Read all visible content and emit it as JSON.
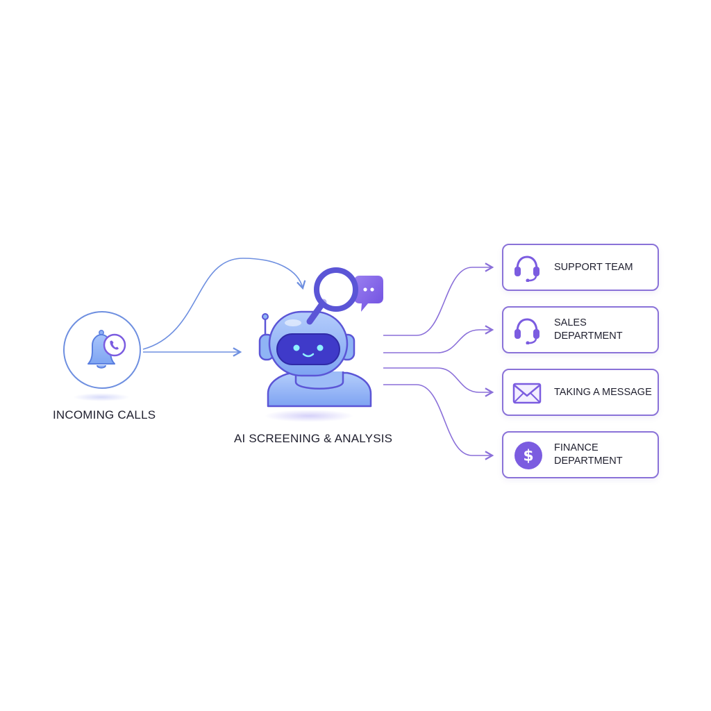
{
  "diagram": {
    "source": {
      "label": "INCOMING CALLS",
      "icon": "bell-phone-icon"
    },
    "processor": {
      "label": "AI SCREENING & ANALYSIS",
      "icon": "robot-magnifier-chat-icon"
    },
    "destinations": [
      {
        "label": "SUPPORT TEAM",
        "icon": "headset-icon"
      },
      {
        "label": "SALES DEPARTMENT",
        "icon": "headset-icon"
      },
      {
        "label": "TAKING A MESSAGE",
        "icon": "envelope-icon"
      },
      {
        "label": "FINANCE\nDEPARTMENT",
        "icon": "dollar-coin-icon"
      }
    ]
  },
  "colors": {
    "connector_blue": "#6e8fe0",
    "connector_purple": "#8a6fd9",
    "icon_purple": "#7b5ce0",
    "robot_body": "#8fb4f5",
    "robot_outline": "#5b55d6",
    "robot_visor": "#3f3ac9",
    "box_border": "#8a72d8",
    "text": "#1f1f2e"
  }
}
